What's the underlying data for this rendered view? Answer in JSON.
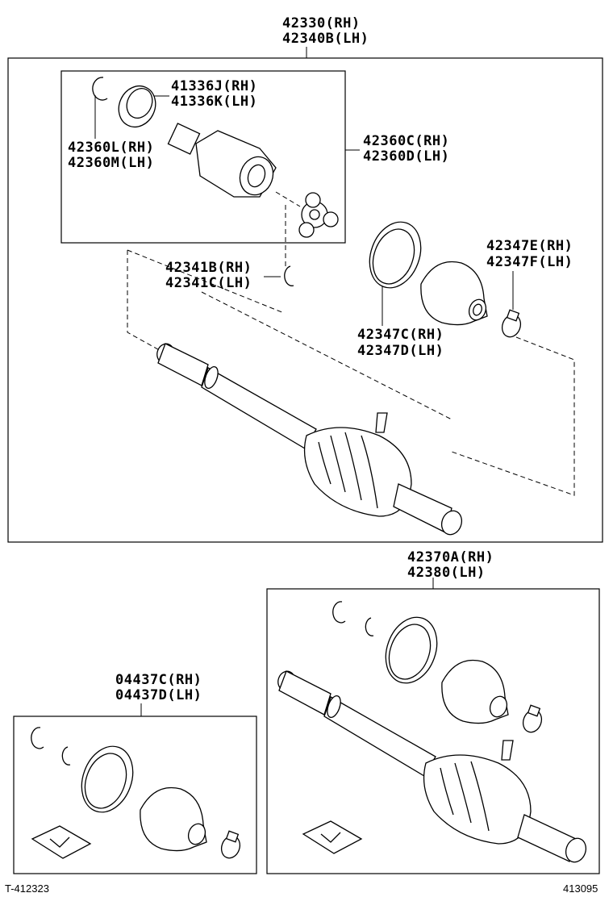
{
  "labels": {
    "main_assembly": [
      "42330(RH)",
      "42340B(LH)"
    ],
    "inner_seal": [
      "41336J(RH)",
      "41336K(LH)"
    ],
    "inner_snap_ring": [
      "42360L(RH)",
      "42360M(LH)"
    ],
    "inner_joint": [
      "42360C(RH)",
      "42360D(LH)"
    ],
    "shaft_snap_ring": [
      "42341B(RH)",
      "42341C(LH)"
    ],
    "small_boot_clamp": [
      "42347E(RH)",
      "42347F(LH)"
    ],
    "large_boot_clamp": [
      "42347C(RH)",
      "42347D(LH)"
    ],
    "outer_assembly": [
      "42370A(RH)",
      "42380(LH)"
    ],
    "boot_kit": [
      "04437C(RH)",
      "04437D(LH)"
    ]
  },
  "footer": {
    "left_code": "T-412323",
    "right_code": "413095"
  }
}
